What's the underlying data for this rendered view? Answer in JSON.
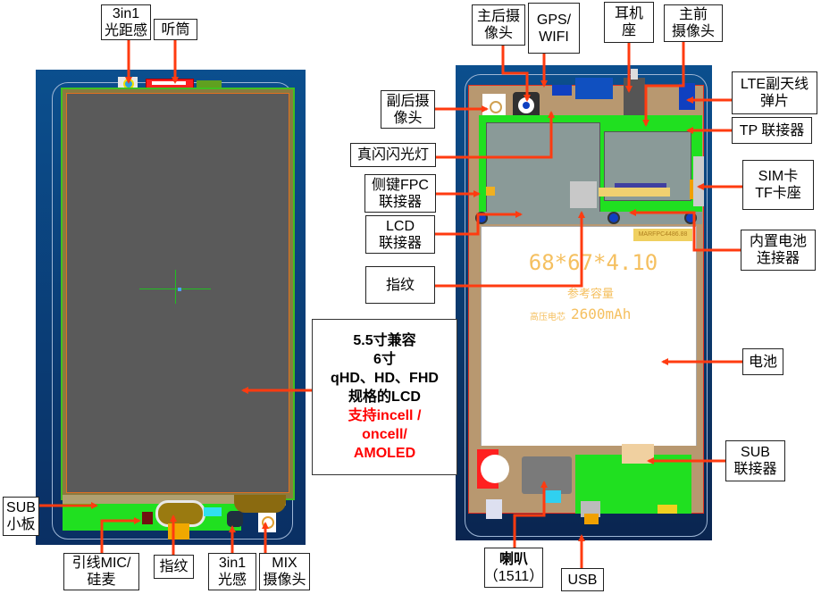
{
  "left_phone": {
    "labels": {
      "sensor_top": [
        "3in1",
        "光距感"
      ],
      "receiver": [
        "听筒"
      ],
      "sub_board": [
        "SUB",
        "小板"
      ],
      "mic": [
        "引线MIC/",
        "硅麦"
      ],
      "fingerprint": [
        "指纹"
      ],
      "sensor_bottom": [
        "3in1",
        "光感"
      ],
      "mix_camera": [
        "MIX",
        "摄像头"
      ]
    },
    "lcd_note": {
      "lines": [
        "5.5寸兼容",
        "6寸",
        "qHD、HD、FHD",
        "规格的LCD"
      ],
      "red_lines": [
        "支持incell /",
        "oncell/",
        "AMOLED"
      ]
    }
  },
  "right_phone": {
    "labels": {
      "main_rear_camera": [
        "主后摄",
        "像头"
      ],
      "gps_wifi": [
        "GPS/",
        "WIFI"
      ],
      "headphone_jack": [
        "耳机",
        "座"
      ],
      "main_front_camera": [
        "主前",
        "摄像头"
      ],
      "sub_rear_camera": [
        "副后摄",
        "像头"
      ],
      "lte_antenna": [
        "LTE副天线",
        "弹片"
      ],
      "flash": [
        "真闪闪光灯"
      ],
      "tp_connector": [
        "TP 联接器"
      ],
      "side_key_fpc": [
        "侧键FPC",
        "联接器"
      ],
      "sim_tf": [
        "SIM卡",
        "TF卡座"
      ],
      "lcd_connector": [
        "LCD",
        "联接器"
      ],
      "battery_connector": [
        "内置电池",
        "连接器"
      ],
      "fingerprint": [
        "指纹"
      ],
      "battery": [
        "电池"
      ],
      "sub_connector": [
        "SUB",
        "联接器"
      ],
      "speaker": [
        "喇叭",
        "（1511）"
      ],
      "usb": [
        "USB"
      ]
    },
    "battery_text": {
      "dimensions": "68*67*4.10",
      "ref_capacity": "参考容量",
      "cell_type": "高压电芯",
      "capacity": "2600mAh",
      "fpc_tag": "MARFPC4486.88"
    }
  },
  "colors": {
    "arrow": "#ff3b10",
    "board_blue": "#0b4f8e",
    "pcb_green": "#00e000",
    "lcd_gray": "#5a5a5a",
    "battery_text": "#f5c060",
    "emphasis_red": "#ff0000"
  }
}
